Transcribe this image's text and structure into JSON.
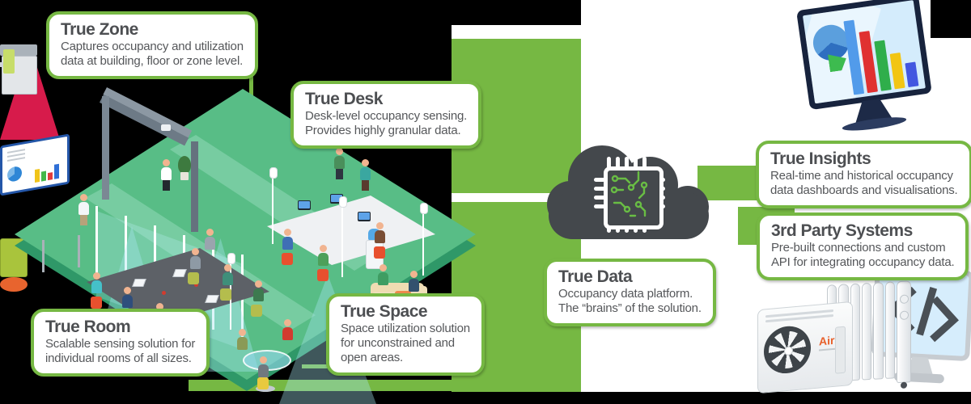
{
  "colors": {
    "background": "#000000",
    "panel_white": "#ffffff",
    "accent_green": "#76b843",
    "cloud_gray": "#44484c",
    "circuit_green": "#69bd44",
    "floor_green": "#58bd86",
    "floor_edge_green": "#2f9868",
    "sensor_cone_red": "#e01c4e",
    "monitor_frame_navy": "#17233d",
    "screen_blue": "#d4ecfc",
    "title_text": "#4d4f52",
    "body_text": "#55575a"
  },
  "callouts": [
    {
      "id": "true-zone",
      "title": "True Zone",
      "lines": [
        "Captures occupancy and utilization",
        "data at building, floor or zone level."
      ]
    },
    {
      "id": "true-desk",
      "title": "True Desk",
      "lines": [
        "Desk-level occupancy sensing.",
        "Provides highly granular data."
      ]
    },
    {
      "id": "true-room",
      "title": "True Room",
      "lines": [
        "Scalable sensing solution for",
        "individual rooms of all sizes."
      ]
    },
    {
      "id": "true-space",
      "title": "True Space",
      "lines": [
        "Space utilization solution",
        "for unconstrained and",
        "open areas."
      ]
    },
    {
      "id": "true-data",
      "title": "True Data",
      "lines": [
        "Occupancy data platform.",
        "The “brains” of the solution."
      ]
    },
    {
      "id": "true-insights",
      "title": "True Insights",
      "lines": [
        "Real-time and historical occupancy",
        "data dashboards and visualisations."
      ]
    },
    {
      "id": "3rd-party-systems",
      "title": "3rd Party Systems",
      "lines": [
        "Pre-built connections and custom",
        "API for integrating occupancy data."
      ]
    }
  ],
  "devices": {
    "ac_label": "Air"
  },
  "icons": {
    "cloud": "cloud-icon",
    "chip": "chip-icon",
    "pie_chart": "pie-chart-icon",
    "bar_chart": "bar-chart-icon",
    "code": "code-icon",
    "fan": "fan-icon",
    "sensor_cone": "sensor-cone-icon"
  }
}
